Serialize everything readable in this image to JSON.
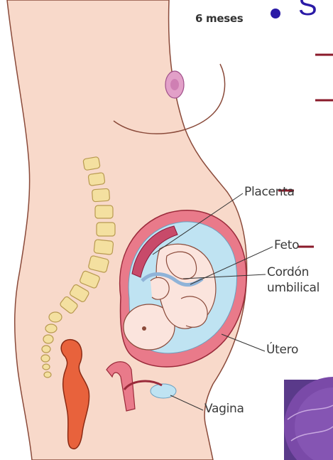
{
  "figure": {
    "months_label": "6 meses",
    "labels": {
      "placenta": "Placenta",
      "feto": "Feto",
      "cordon_line1": "Cordón",
      "cordon_line2": "umbilical",
      "utero": "Útero",
      "vagina": "Vagina"
    }
  },
  "slide": {
    "title_fragment": "S"
  },
  "colors": {
    "skin": "#f8d9ca",
    "skin_outline": "#7a3a2a",
    "uterus_wall": "#e97a8a",
    "amniotic": "#bfe3f2",
    "fetus": "#fbe4dd",
    "spine": "#f4e0a0",
    "rectum": "#e8623c",
    "accent": "#2a1aa6",
    "dash": "#8a1a2a"
  }
}
